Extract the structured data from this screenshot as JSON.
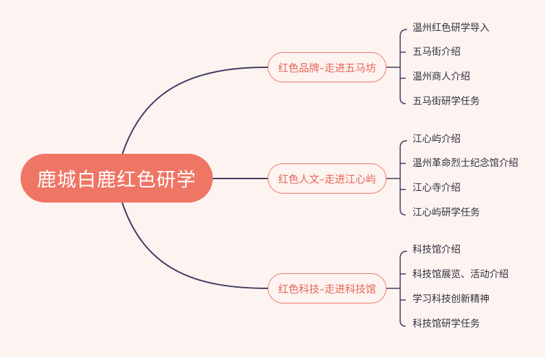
{
  "root": {
    "label": "鹿城白鹿红色研学"
  },
  "branches": [
    {
      "label": "红色品牌–走进五马坊",
      "children": [
        "温州红色研学导入",
        "五马街介绍",
        "温州商人介绍",
        "五马街研学任务"
      ]
    },
    {
      "label": "红色人文–走进江心屿",
      "children": [
        "江心屿介绍",
        "温州革命烈士纪念馆介绍",
        "江心寺介绍",
        "江心屿研学任务"
      ]
    },
    {
      "label": "红色科技–走进科技馆",
      "children": [
        "科技馆介绍",
        "科技馆展览、活动介绍",
        "学习科技创新精神",
        "科技馆研学任务"
      ]
    }
  ],
  "colors": {
    "background": "#fdf3f1",
    "root_fill": "#ef7565",
    "branch_border": "#ef7565",
    "branch_text": "#e76656",
    "connector": "#3c3a5e",
    "leaf_text": "#2f2f3a"
  }
}
